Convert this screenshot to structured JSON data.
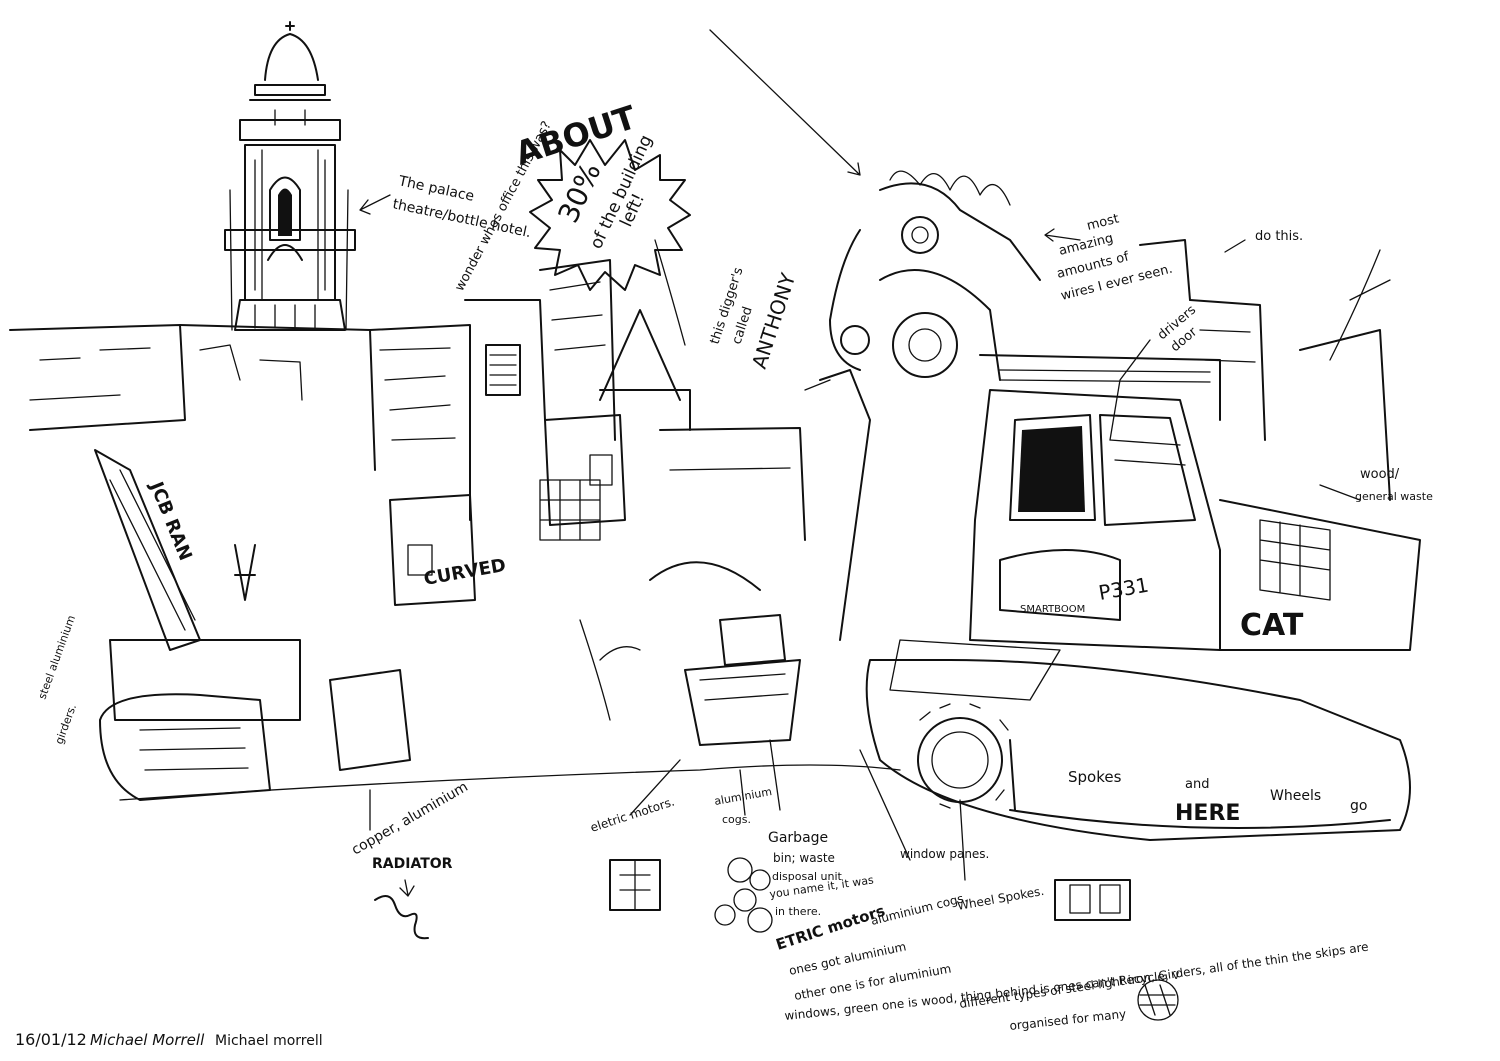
{
  "notes": {
    "palace": [
      "The palace",
      "theatre/bottle hotel."
    ],
    "office": "wonder whos office this was?",
    "about_title": "ABOUT",
    "about_pct": "30%",
    "about_rest": [
      "of the building",
      "left!"
    ],
    "digger": [
      "this digger's",
      "called",
      "ANTHONY"
    ],
    "wires": [
      "most",
      "amazing",
      "amounts of",
      "wires I ever seen."
    ],
    "do_this": "do this.",
    "drivers_door": [
      "drivers",
      "door"
    ],
    "wood": [
      "wood/",
      "general waste"
    ],
    "curved": "CURVED",
    "steel": [
      "steel aluminium",
      "girders."
    ],
    "radiator": [
      "copper, aluminium",
      "RADIATOR"
    ],
    "motors": "eletric motors.",
    "cogs": [
      "aluminium",
      "cogs."
    ],
    "garbage": [
      "Garbage",
      "bin; waste",
      "disposal unit",
      "you name it, it was",
      "in there."
    ],
    "window_panes": "window panes.",
    "electric": "ETRIC motors",
    "alu_cogs": "aluminium cogs.",
    "wheel_spokes": "Wheel Spokes.",
    "spokes_here": [
      "Spokes",
      "and",
      "HERE",
      "Wheels",
      "go"
    ],
    "bottom_note": [
      "ones got aluminium",
      "other one is for aluminium",
      "windows, green one is wood, thing behind is ones can't Recycle, v",
      "different types of steel light iron, Girders, all of the thin the skips are",
      "organised for many"
    ],
    "cat": "CAT",
    "p331": "P331",
    "smartboom": "SMARTBOOM",
    "sign_jcb": "JCB RAN",
    "signature": {
      "date": "16/01/12",
      "sig1": "Michael Morrell",
      "sig2": "Michael morrell"
    }
  }
}
